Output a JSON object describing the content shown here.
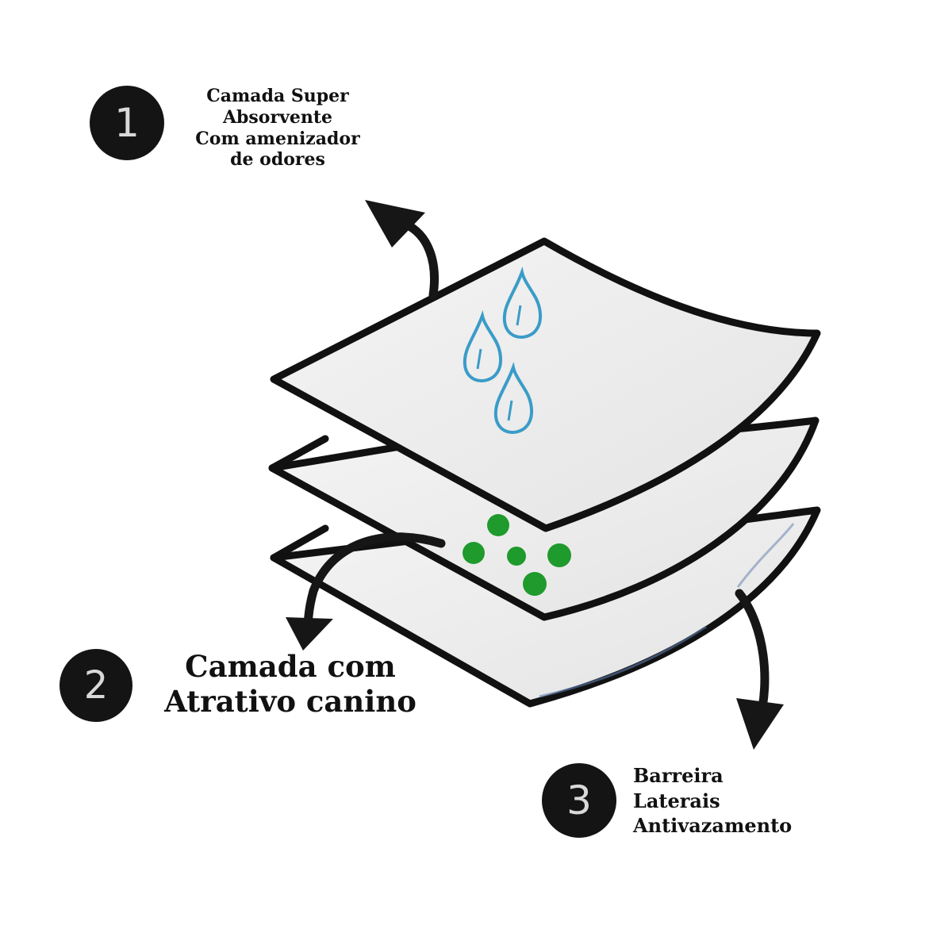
{
  "callouts": [
    {
      "number": "1",
      "lines": [
        "Camada Super",
        "Absorvente",
        "Com amenizador",
        "de odores"
      ]
    },
    {
      "number": "2",
      "lines": [
        "Camada com",
        "Atrativo canino"
      ]
    },
    {
      "number": "3",
      "lines": [
        "Barreira",
        "Laterais",
        "Antivazamento"
      ]
    }
  ],
  "colors": {
    "badge": "#141414",
    "badge_text": "#d9d9d9",
    "layer_fill": "#ececec",
    "layer_outline": "#111111",
    "water_drop": "#3a9cc8",
    "attractant_dot": "#1f9a2c",
    "arrow": "#161616"
  },
  "icons": [
    "water-drop-icon",
    "attractant-dot-icon",
    "curved-arrow-icon"
  ]
}
